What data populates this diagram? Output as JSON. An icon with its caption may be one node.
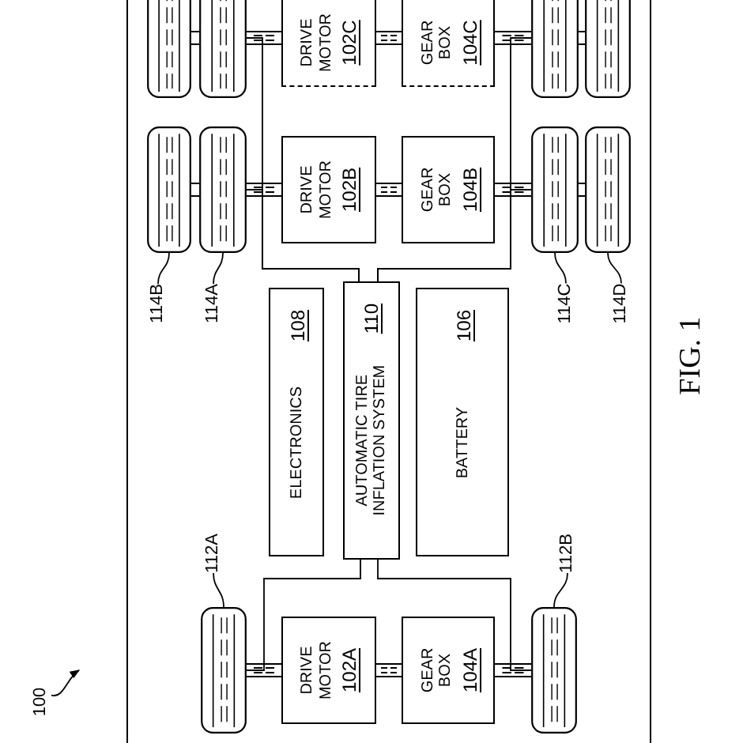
{
  "diagram": {
    "caption": "FIG. 1",
    "nodes": [
      {
        "text": [],
        "shape": "box"
      },
      {
        "text": [],
        "shape": "tire",
        "in": 0
      },
      {
        "text": [],
        "shape": "tire",
        "in": 0
      },
      {
        "text": [
          "DRIVE MOTOR",
          "102C"
        ],
        "in": 0
      },
      {
        "text": [
          "GEAR BOX",
          "104C"
        ],
        "in": 0
      },
      {
        "text": [],
        "shape": "tire",
        "in": 0
      },
      {
        "text": [],
        "shape": "tire",
        "in": 0
      },
      {
        "text": [],
        "shape": "tire",
        "in": 0
      },
      {
        "text": [],
        "shape": "tire",
        "in": 0
      },
      {
        "text": [
          "DRIVE MOTOR",
          "102B"
        ],
        "in": 0
      },
      {
        "text": [
          "GEAR BOX",
          "104B"
        ],
        "in": 0
      },
      {
        "text": [],
        "shape": "tire",
        "in": 0
      },
      {
        "text": [],
        "shape": "tire",
        "in": 0
      },
      {
        "text": [
          "114B"
        ],
        "in": 0
      },
      {
        "text": [
          "114A"
        ],
        "in": 0
      },
      {
        "text": [
          "114C"
        ],
        "in": 0
      },
      {
        "text": [
          "114D"
        ],
        "in": 0
      },
      {
        "text": [
          "ELECTRONICS",
          "108"
        ],
        "in": 0
      },
      {
        "text": [
          "AUTOMATIC TIRE INFLATION SYSTEM",
          "110"
        ],
        "in": 0
      },
      {
        "text": [
          "BATTERY",
          "106"
        ],
        "in": 0
      },
      {
        "text": [
          "112A"
        ],
        "in": 0
      },
      {
        "text": [
          "112B"
        ],
        "in": 0
      },
      {
        "text": [],
        "shape": "tire",
        "in": 0
      },
      {
        "text": [
          "DRIVE MOTOR",
          "102A"
        ],
        "in": 0
      },
      {
        "text": [
          "GEAR BOX",
          "104A"
        ],
        "in": 0
      },
      {
        "text": [],
        "shape": "tire",
        "in": 0
      },
      {
        "text": [
          "100"
        ]
      }
    ],
    "edges": [
      {
        "from": 1,
        "to": 2,
        "arrow": "none"
      },
      {
        "from": 2,
        "to": 3,
        "arrow": "none"
      },
      {
        "from": 3,
        "to": 4,
        "arrow": "none"
      },
      {
        "from": 4,
        "to": 5,
        "arrow": "none"
      },
      {
        "from": 5,
        "to": 6,
        "arrow": "none"
      },
      {
        "from": 7,
        "to": 8,
        "arrow": "none"
      },
      {
        "from": 8,
        "to": 9,
        "arrow": "none"
      },
      {
        "from": 9,
        "to": 10,
        "arrow": "none"
      },
      {
        "from": 10,
        "to": 11,
        "arrow": "none"
      },
      {
        "from": 11,
        "to": 12,
        "arrow": "none"
      },
      {
        "from": 22,
        "to": 23,
        "arrow": "none"
      },
      {
        "from": 23,
        "to": 24,
        "arrow": "none"
      },
      {
        "from": 24,
        "to": 25,
        "arrow": "none"
      },
      {
        "from": 18,
        "to": 8,
        "arrow": "none"
      },
      {
        "from": 18,
        "to": 2,
        "arrow": "none"
      },
      {
        "from": 18,
        "to": 11,
        "arrow": "none"
      },
      {
        "from": 18,
        "to": 5,
        "arrow": "none"
      },
      {
        "from": 18,
        "to": 22,
        "arrow": "none"
      },
      {
        "from": 18,
        "to": 25,
        "arrow": "none"
      },
      {
        "from": 13,
        "to": 7,
        "arrow": "none"
      },
      {
        "from": 14,
        "to": 8,
        "arrow": "none"
      },
      {
        "from": 15,
        "to": 11,
        "arrow": "none"
      },
      {
        "from": 16,
        "to": 12,
        "arrow": "none"
      },
      {
        "from": 20,
        "to": 22,
        "arrow": "none"
      },
      {
        "from": 21,
        "to": 25,
        "arrow": "none"
      },
      {
        "from": 26,
        "to": null,
        "arrow": "to"
      }
    ]
  }
}
